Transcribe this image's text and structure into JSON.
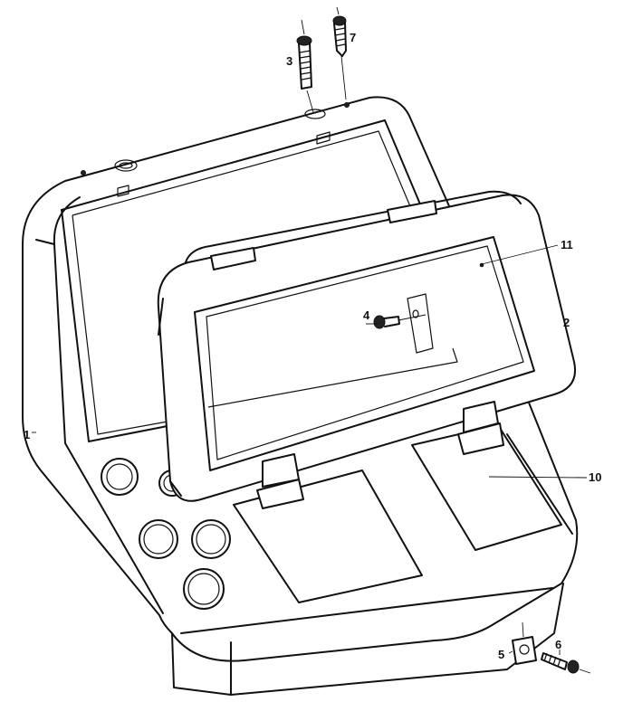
{
  "diagram": {
    "part_labels": {
      "p1": "1",
      "p2": "2",
      "p3": "3",
      "p4": "4",
      "p5": "5",
      "p6": "6",
      "p7": "7",
      "p10": "10",
      "p11": "11"
    }
  }
}
